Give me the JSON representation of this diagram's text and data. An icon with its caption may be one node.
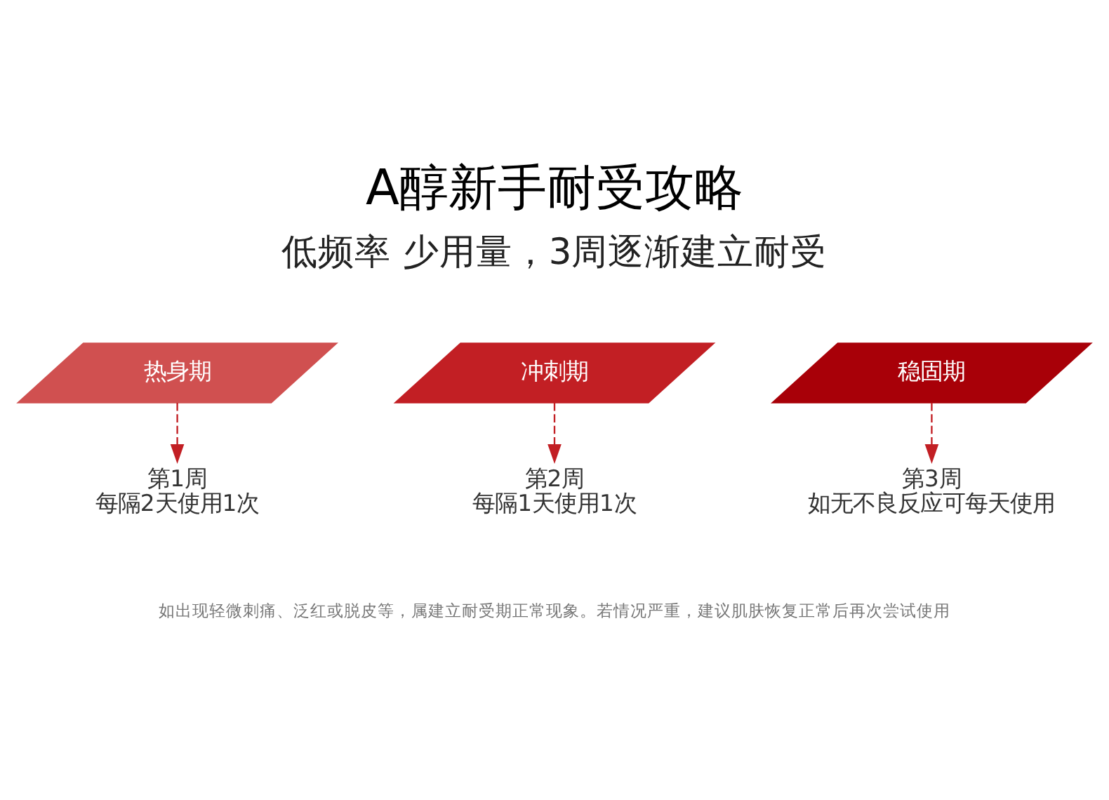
{
  "diagram": {
    "title": "A醇新手耐受攻略",
    "nodes": [
      {
        "text": [
          "热身期"
        ]
      },
      {
        "text": [
          "冲刺期"
        ]
      },
      {
        "text": [
          "稳固期"
        ]
      },
      {
        "text": [
          "第1周",
          "每隔2天使用1次"
        ]
      },
      {
        "text": [
          "第2周",
          "每隔1天使用1次"
        ]
      },
      {
        "text": [
          "第3周",
          "如无不良反应可每天使用"
        ]
      }
    ],
    "edges": [
      {
        "from": 0,
        "to": 3,
        "arrow": "to",
        "style": "dashed"
      },
      {
        "from": 1,
        "to": 4,
        "arrow": "to",
        "style": "dashed"
      },
      {
        "from": 2,
        "to": 5,
        "arrow": "to",
        "style": "dashed"
      }
    ],
    "labels": [
      "低频率 少用量，3周逐渐建立耐受",
      "如出现轻微刺痛、泛红或脱皮等，属建立耐受期正常现象。若情况严重，建议肌肤恢复正常后再次尝试使用"
    ]
  }
}
